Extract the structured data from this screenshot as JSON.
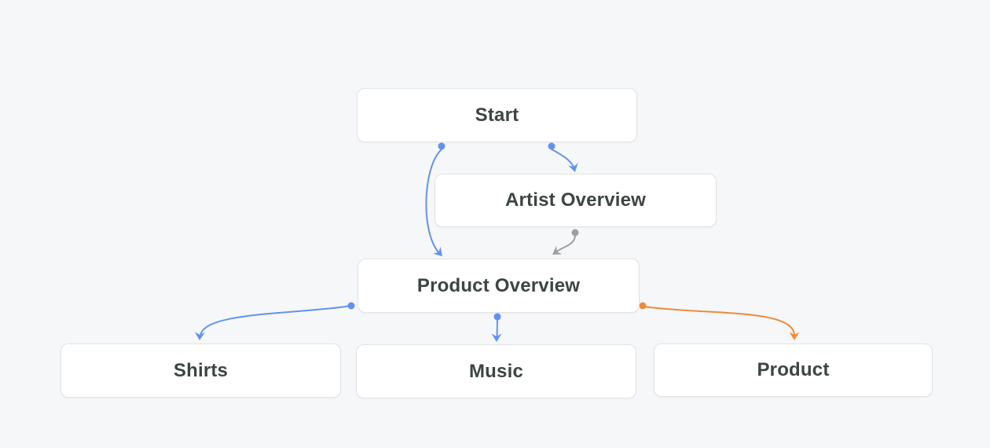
{
  "diagram": {
    "nodes": [
      {
        "id": "start",
        "label": "Start"
      },
      {
        "id": "artist-overview",
        "label": "Artist Overview"
      },
      {
        "id": "product-overview",
        "label": "Product Overview"
      },
      {
        "id": "shirts",
        "label": "Shirts"
      },
      {
        "id": "music",
        "label": "Music"
      },
      {
        "id": "product",
        "label": "Product"
      }
    ],
    "edges": [
      {
        "from": "start",
        "to": "artist-overview",
        "color_name": "blue"
      },
      {
        "from": "start",
        "to": "product-overview",
        "color_name": "blue"
      },
      {
        "from": "artist-overview",
        "to": "product-overview",
        "color_name": "gray"
      },
      {
        "from": "product-overview",
        "to": "shirts",
        "color_name": "blue"
      },
      {
        "from": "product-overview",
        "to": "music",
        "color_name": "blue"
      },
      {
        "from": "product-overview",
        "to": "product",
        "color_name": "orange"
      }
    ],
    "colors": {
      "blue": "#6193ee",
      "gray": "#9aa0a6",
      "orange": "#ec8b3e",
      "node_background": "#ffffff",
      "node_border": "#e2e3e7",
      "node_text": "#3d4540",
      "canvas_background": "#f6f7f9"
    }
  }
}
